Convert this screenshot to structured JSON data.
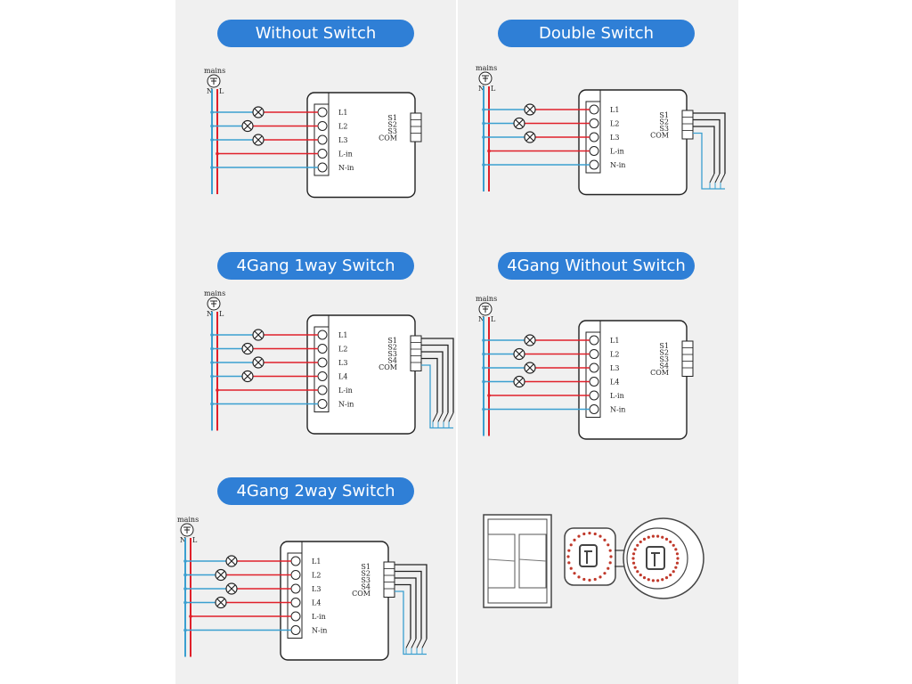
{
  "titles": {
    "without_switch": "Without Switch",
    "double_switch": "Double Switch",
    "gang4_1way": "4Gang 1way Switch",
    "gang4_without": "4Gang Without Switch",
    "gang4_2way": "4Gang 2way Switch"
  },
  "labels": {
    "mains": "mains",
    "n": "N",
    "l": "L",
    "l1": "L1",
    "l2": "L2",
    "l3": "L3",
    "l4": "L4",
    "lin": "L-in",
    "nin": "N-in",
    "s1": "S1",
    "s2": "S2",
    "s3": "S3",
    "s4": "S4",
    "com": "COM"
  },
  "colors": {
    "pill": "#2f7fd6",
    "live": "#e0202a",
    "neutral": "#3a9fd0",
    "background": "#f0f0f0"
  },
  "diagram_data": {
    "diagrams": [
      {
        "id": "without-switch",
        "loads": [
          "L1",
          "L2",
          "L3"
        ],
        "wall_switch": "none"
      },
      {
        "id": "double-switch",
        "loads": [
          "L1",
          "L2",
          "L3"
        ],
        "wall_switch": "3 switches"
      },
      {
        "id": "4gang-1way",
        "loads": [
          "L1",
          "L2",
          "L3",
          "L4"
        ],
        "wall_switch": "4 one-way"
      },
      {
        "id": "4gang-without",
        "loads": [
          "L1",
          "L2",
          "L3",
          "L4"
        ],
        "wall_switch": "none"
      },
      {
        "id": "4gang-2way",
        "loads": [
          "L1",
          "L2",
          "L3",
          "L4"
        ],
        "wall_switch": "4 two-way"
      }
    ],
    "installation_illustration": {
      "items": [
        "wall-switch",
        "switch-module",
        "switch-box"
      ]
    }
  }
}
